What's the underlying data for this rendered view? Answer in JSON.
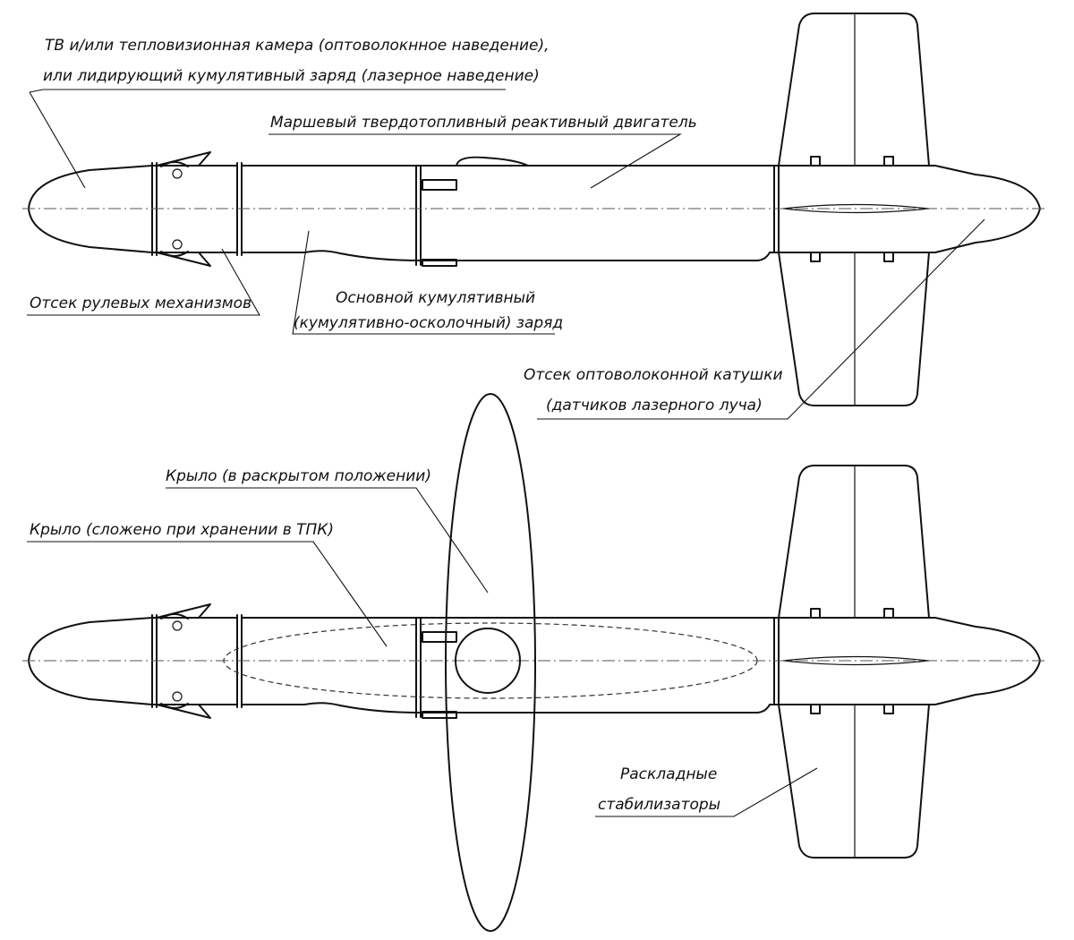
{
  "labels": {
    "camera_line1": "ТВ и/или тепловизионная камера (оптоволокнное наведение),",
    "camera_line2": "или лидирующий кумулятивный заряд (лазерное наведение)",
    "engine": "Маршевый твердотопливный реактивный двигатель",
    "steering": "Отсек рулевых механизмов",
    "warhead_line1": "Основной кумулятивный",
    "warhead_line2": "(кумулятивно-осколочный) заряд",
    "spool_line1": "Отсек оптоволоконной катушки",
    "spool_line2": "(датчиков лазерного луча)",
    "wing_open": "Крыло (в раскрытом положении)",
    "wing_folded": "Крыло (сложено при хранении в ТПК)",
    "fins_line1": "Раскладные",
    "fins_line2": "стабилизаторы"
  },
  "colors": {
    "line": "#111111",
    "background": "#ffffff"
  }
}
